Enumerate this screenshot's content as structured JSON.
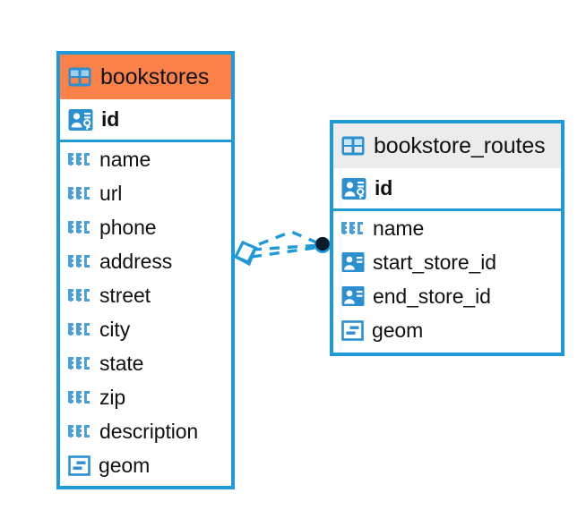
{
  "diagram": {
    "title": "database-schema-er-diagram",
    "colors": {
      "entity_border": "#1f9ad6",
      "accent_primary": "#fa8248",
      "accent_secondary": "#ececec",
      "icon_blue": "#2b8fd0",
      "connector": "#1f9ad6",
      "endpoint": "#0b1a2b",
      "text": "#111111"
    }
  },
  "entities": [
    {
      "name": "bookstores",
      "header_icon": "table-icon",
      "header_style": "accent-orange",
      "fields": [
        {
          "label": "id",
          "icon": "primary-key-icon",
          "type": "pk"
        },
        {
          "label": "name",
          "icon": "text-abc-icon",
          "type": "text"
        },
        {
          "label": "url",
          "icon": "text-abc-icon",
          "type": "text"
        },
        {
          "label": "phone",
          "icon": "text-abc-icon",
          "type": "text"
        },
        {
          "label": "address",
          "icon": "text-abc-icon",
          "type": "text"
        },
        {
          "label": "street",
          "icon": "text-abc-icon",
          "type": "text"
        },
        {
          "label": "city",
          "icon": "text-abc-icon",
          "type": "text"
        },
        {
          "label": "state",
          "icon": "text-abc-icon",
          "type": "text"
        },
        {
          "label": "zip",
          "icon": "text-abc-icon",
          "type": "text"
        },
        {
          "label": "description",
          "icon": "text-abc-icon",
          "type": "text"
        },
        {
          "label": "geom",
          "icon": "geometry-icon",
          "type": "geometry"
        }
      ]
    },
    {
      "name": "bookstore_routes",
      "header_icon": "table-icon",
      "header_style": "accent-gray",
      "fields": [
        {
          "label": "id",
          "icon": "primary-key-icon",
          "type": "pk"
        },
        {
          "label": "name",
          "icon": "text-abc-icon",
          "type": "text"
        },
        {
          "label": "start_store_id",
          "icon": "foreign-key-icon",
          "type": "fk"
        },
        {
          "label": "end_store_id",
          "icon": "foreign-key-icon",
          "type": "fk"
        },
        {
          "label": "geom",
          "icon": "geometry-icon",
          "type": "geometry"
        }
      ]
    }
  ],
  "relationship": {
    "name": "bookstores-to-bookstore-routes",
    "line_style": "dashed",
    "source_marker": "diamond-crowsfoot-marker",
    "target_marker": "filled-circle-marker"
  }
}
